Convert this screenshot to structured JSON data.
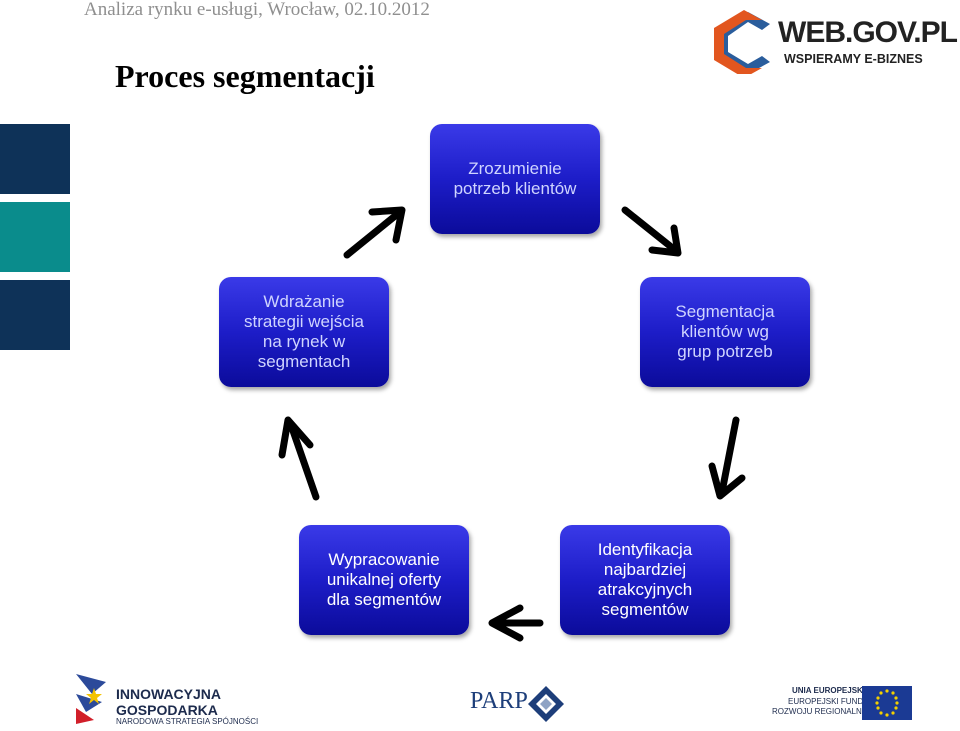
{
  "header": {
    "subtitle": "Analiza rynku e-usługi, Wrocław, 02.10.2012",
    "title": "Proces segmentacji"
  },
  "logo": {
    "main": "WEB.GOV.PL",
    "sub": "WSPIERAMY E-BIZNES"
  },
  "side_colors": [
    "#0e3258",
    "#0a8c8c",
    "#0e3258"
  ],
  "cycle": {
    "steps": [
      {
        "label": "Zrozumienie\npotrzeb klientów"
      },
      {
        "label": "Segmentacja\nklientów wg\ngrup potrzeb"
      },
      {
        "label": "Identyfikacja\nnajbardziej\natrakcyjnych\nsegmentów"
      },
      {
        "label": "Wypracowanie\nunikalnej oferty\ndla segmentów"
      },
      {
        "label": "Wdrażanie\nstrategii wejścia\nna rynek w\nsegmentach"
      }
    ]
  },
  "footer": {
    "innowacyjna_line1": "INNOWACYJNA",
    "innowacyjna_line2": "GOSPODARKA",
    "innowacyjna_line3": "NARODOWA STRATEGIA SPÓJNOŚCI",
    "parp": "PARP",
    "ue_line1": "UNIA EUROPEJSKA",
    "ue_line2": "EUROPEJSKI FUNDUSZ",
    "ue_line3": "ROZWOJU REGIONALNEGO"
  }
}
